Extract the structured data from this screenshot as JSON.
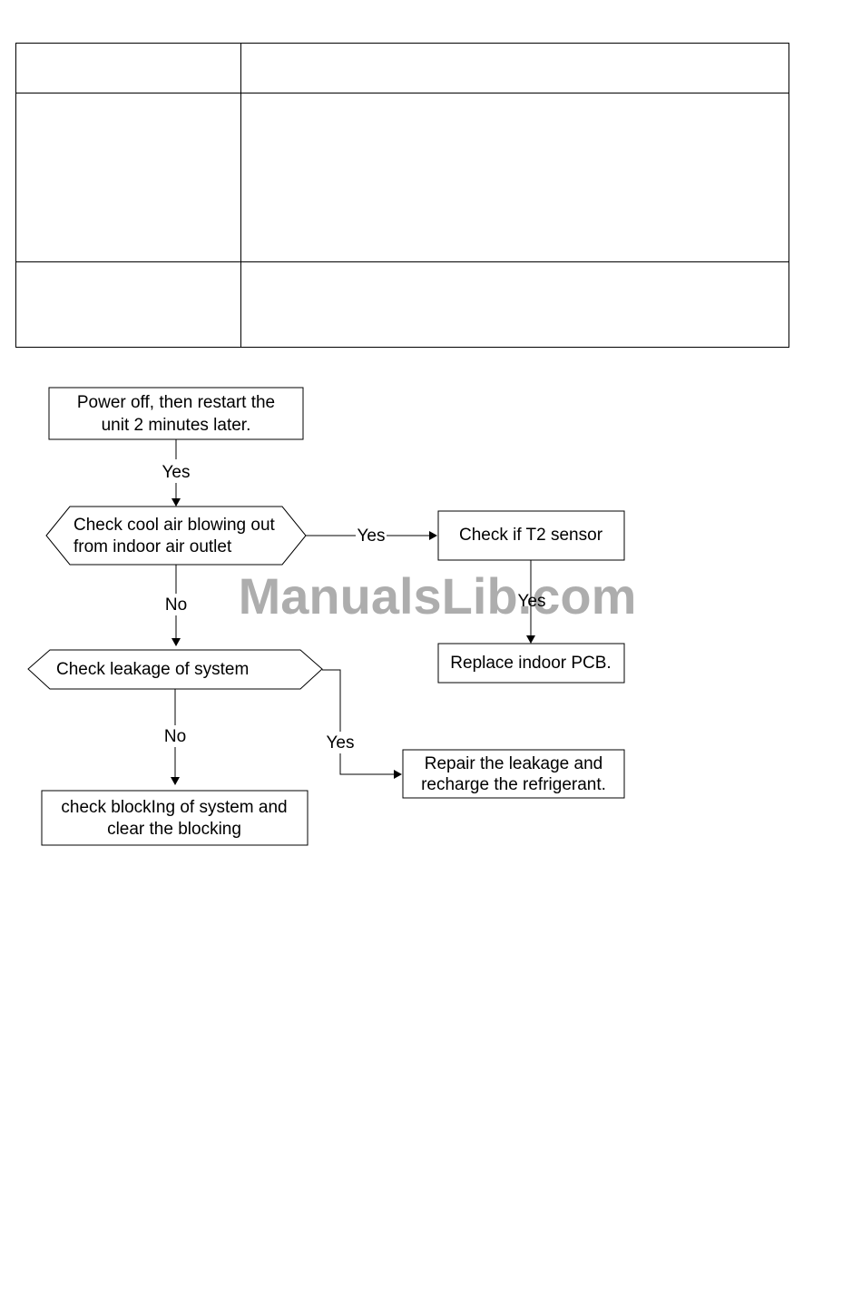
{
  "table": {
    "rows": [
      [
        "",
        ""
      ],
      [
        "",
        ""
      ],
      [
        "",
        ""
      ]
    ]
  },
  "flowchart": {
    "nodes": {
      "power_off": [
        "Power off, then restart the",
        "unit 2 minutes later."
      ],
      "check_cool_air": [
        "Check cool air blowing out",
        "from indoor air outlet"
      ],
      "check_t2": [
        "Check if T2 sensor"
      ],
      "replace_pcb": [
        "Replace indoor PCB."
      ],
      "check_leakage": [
        "Check  leakage of system"
      ],
      "check_blocking": [
        "check blockIng of system and",
        "clear the blocking"
      ],
      "repair_leakage": [
        "Repair the leakage and",
        "recharge the refrigerant."
      ]
    },
    "edge_labels": {
      "power_to_cool": "Yes",
      "cool_to_t2": "Yes",
      "t2_to_pcb": "Yes",
      "cool_to_leakage": "No",
      "leakage_to_blocking": "No",
      "leakage_to_repair": "Yes"
    }
  },
  "watermark": "ManualsLib.com"
}
